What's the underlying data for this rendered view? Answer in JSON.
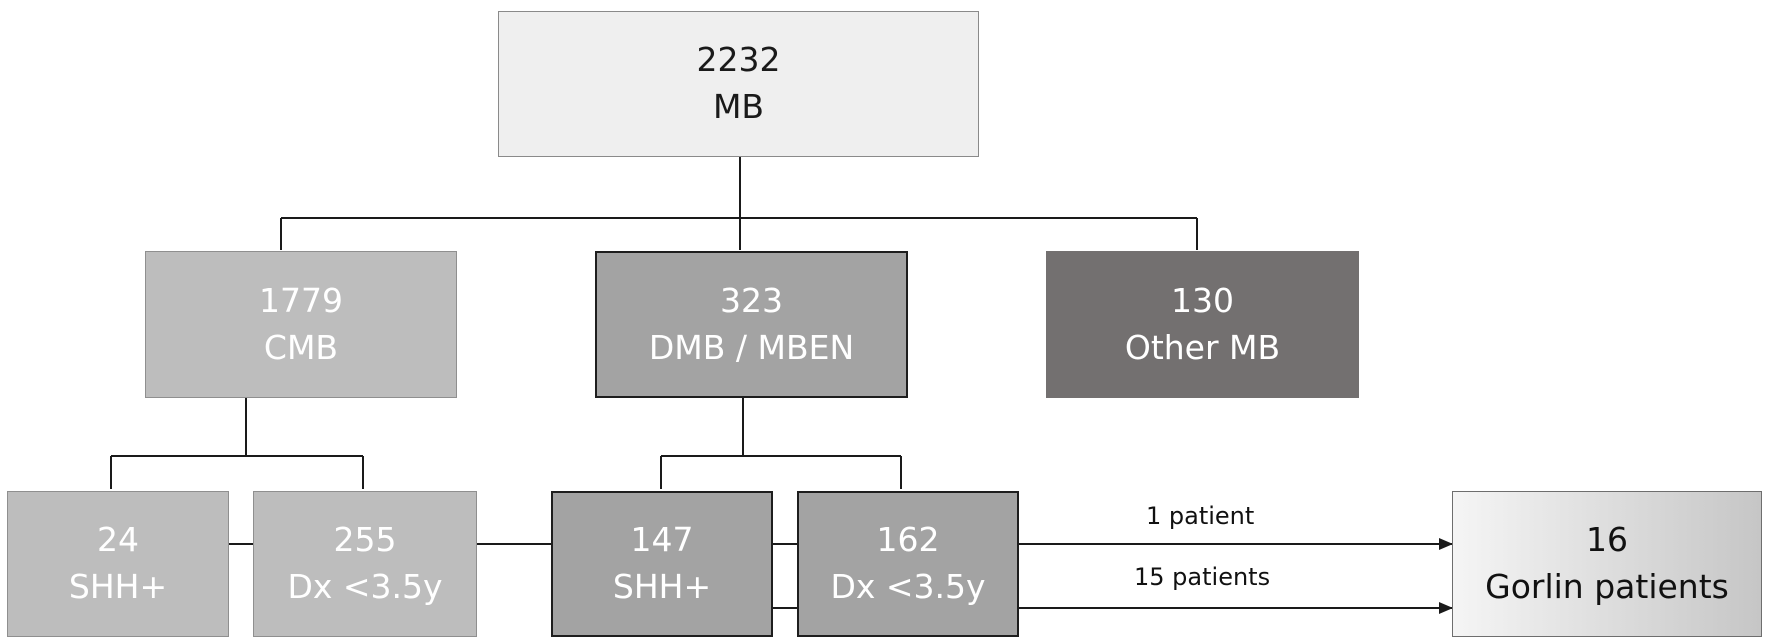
{
  "colors": {
    "root_fill": "#efefef",
    "cmb_fill": "#bdbdbd",
    "dmb_fill": "#a3a3a3",
    "other_fill": "#737070",
    "cmb_child_fill": "#bdbdbd",
    "dmb_child_fill": "#a3a3a3",
    "result_fill_start": "#f5f5f5",
    "result_fill_end": "#c6c6c6",
    "line": "#1a1a1a"
  },
  "root": {
    "count": "2232",
    "label": "MB"
  },
  "level1": [
    {
      "count": "1779",
      "label": "CMB"
    },
    {
      "count": "323",
      "label": "DMB / MBEN"
    },
    {
      "count": "130",
      "label": "Other MB"
    }
  ],
  "cmb_children": [
    {
      "count": "24",
      "label": "SHH+"
    },
    {
      "count": "255",
      "label": "Dx <3.5y"
    }
  ],
  "dmb_children": [
    {
      "count": "147",
      "label": "SHH+"
    },
    {
      "count": "162",
      "label": "Dx <3.5y"
    }
  ],
  "arrows": [
    {
      "label": "1 patient"
    },
    {
      "label": "15 patients"
    }
  ],
  "result": {
    "count": "16",
    "label": "Gorlin patients"
  }
}
